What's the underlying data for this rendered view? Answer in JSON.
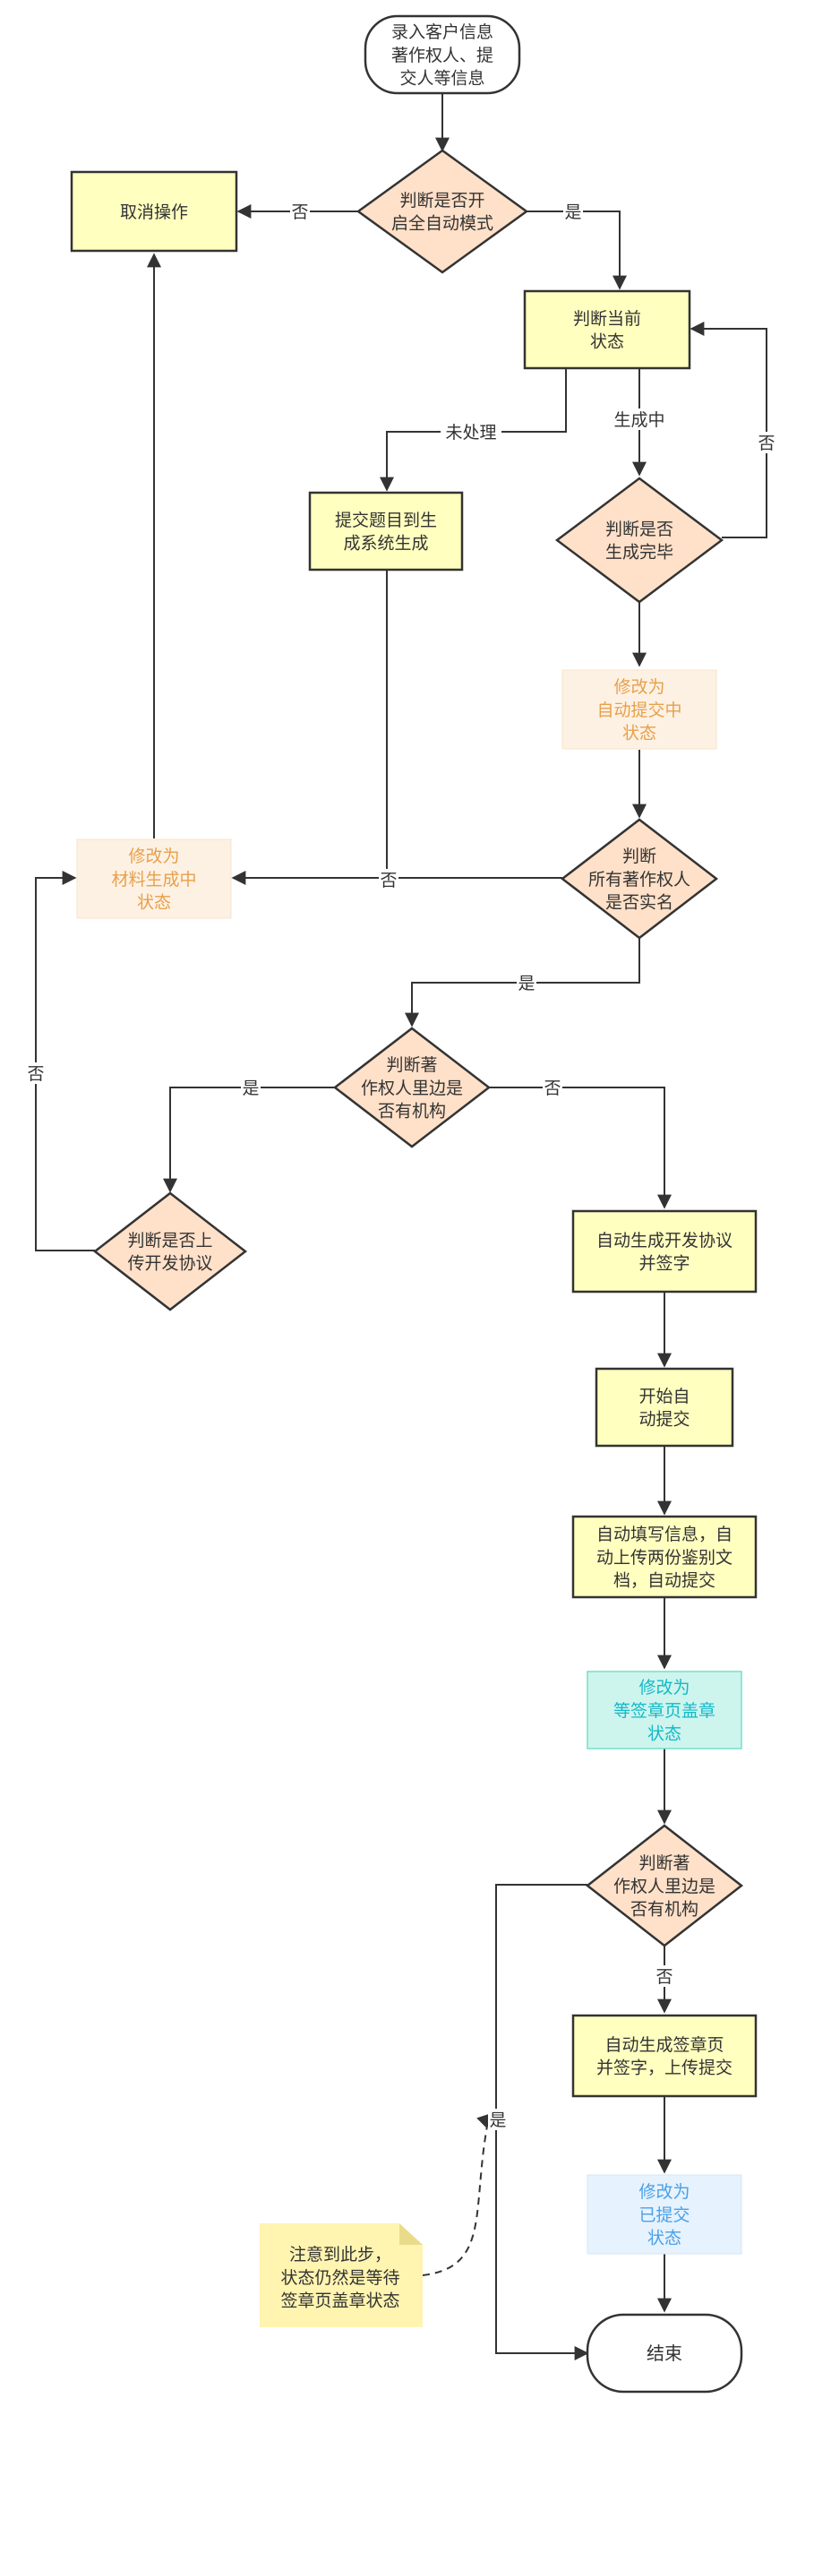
{
  "nodes": {
    "start": [
      "录入客户信息",
      "著作权人、提",
      "交人等信息"
    ],
    "auto_mode": [
      "判断是否开",
      "启全自动模式"
    ],
    "cancel": [
      "取消操作"
    ],
    "current_state": [
      "判断当前",
      "状态"
    ],
    "submit_generate": [
      "提交题目到生",
      "成系统生成"
    ],
    "gen_done": [
      "判断是否",
      "生成完毕"
    ],
    "auto_submitting": [
      "修改为",
      "自动提交中",
      "状态"
    ],
    "all_named": [
      "判断",
      "所有著作权人",
      "是否实名"
    ],
    "material_generating": [
      "修改为",
      "材料生成中",
      "状态"
    ],
    "has_org1": [
      "判断著",
      "作权人里边是",
      "否有机构"
    ],
    "uploaded_agreement": [
      "判断是否上",
      "传开发协议"
    ],
    "auto_agreement": [
      "自动生成开发协议",
      "并签字"
    ],
    "start_auto": [
      "开始自",
      "动提交"
    ],
    "auto_fill": [
      "自动填写信息，自",
      "动上传两份鉴别文",
      "档，自动提交"
    ],
    "wait_seal": [
      "修改为",
      "等签章页盖章",
      "状态"
    ],
    "has_org2": [
      "判断著",
      "作权人里边是",
      "否有机构"
    ],
    "auto_sign_page": [
      "自动生成签章页",
      "并签字，上传提交"
    ],
    "submitted": [
      "修改为",
      "已提交",
      "状态"
    ],
    "end": [
      "结束"
    ],
    "note": [
      "注意到此步，",
      "状态仍然是等待",
      "签章页盖章状态"
    ]
  },
  "edge_labels": {
    "no_cancel": "否",
    "yes_auto": "是",
    "not_processed": "未处理",
    "generating": "生成中",
    "no_loop": "否",
    "no_named": "否",
    "yes_named": "是",
    "yes_org1": "是",
    "no_org1": "否",
    "no_upload": "否",
    "no_org2": "否",
    "yes_org2": "是"
  },
  "colors": {
    "process_fill": "#ffffc0",
    "decision_fill": "#ffe0c8",
    "orange_text": "#e8a04a",
    "orange_fill": "#fdf1e4",
    "teal_text": "#14b8c8",
    "teal_fill": "#cdf5ee",
    "blue_text": "#4aa0e8",
    "blue_fill": "#e6f2fd",
    "note_fill": "#fff4b0",
    "stroke": "#333333"
  }
}
